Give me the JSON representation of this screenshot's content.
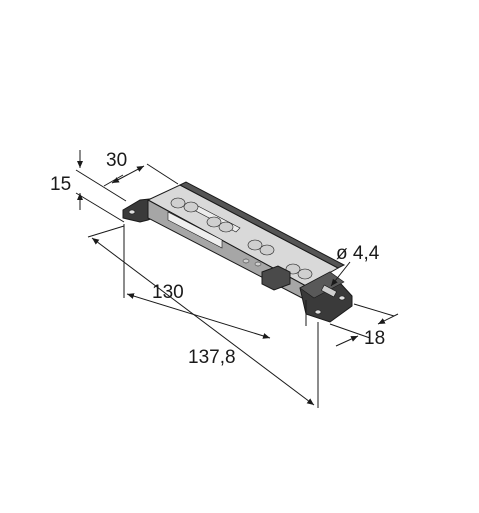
{
  "dimensions": {
    "height": "15",
    "width": "30",
    "body_length": "130",
    "total_length": "137,8",
    "hole_diameter": "ø 4,4",
    "depth": "18"
  },
  "colors": {
    "line": "#1a1a1a",
    "body_top": "#d9d9d9",
    "body_side": "#a6a6a6",
    "end_cap": "#3a3a3a",
    "led": "#cfcfcf"
  }
}
